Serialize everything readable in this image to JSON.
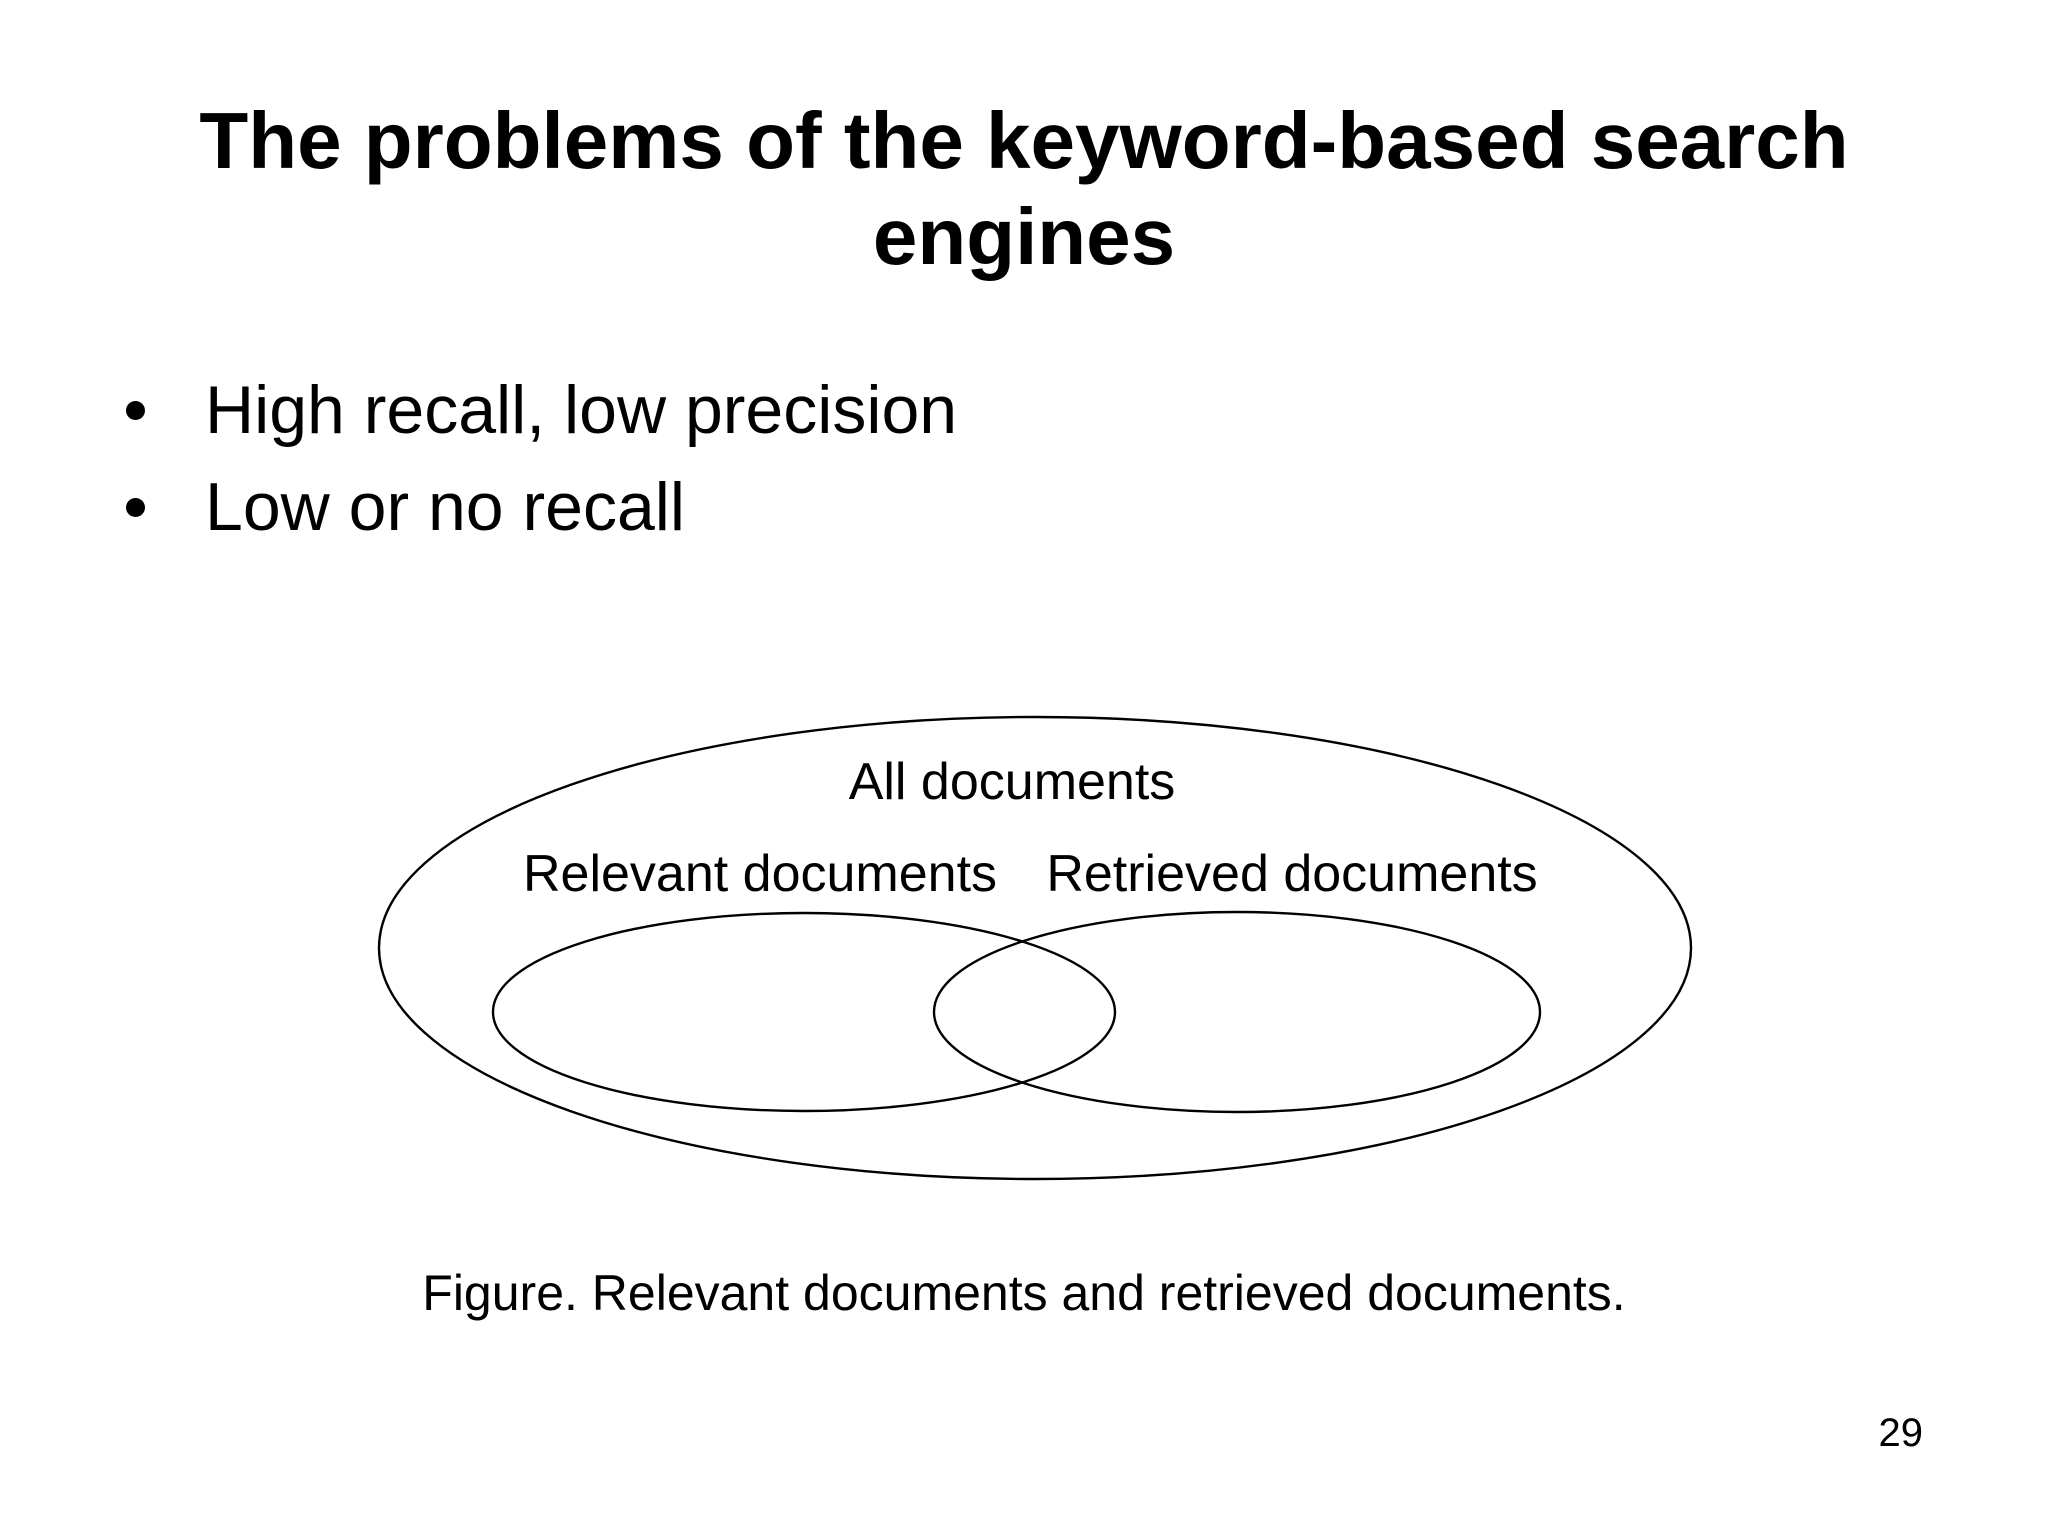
{
  "slide": {
    "title": "The problems of the keyword-based search engines",
    "bullets": [
      "High recall, low precision",
      "Low or no recall"
    ],
    "venn": {
      "outer_label": "All documents",
      "left_label": "Relevant documents",
      "right_label": "Retrieved documents"
    },
    "caption": "Figure. Relevant documents and retrieved documents.",
    "page_number": "29",
    "colors": {
      "background": "#ffffff",
      "text": "#000000",
      "line": "#000000"
    }
  }
}
